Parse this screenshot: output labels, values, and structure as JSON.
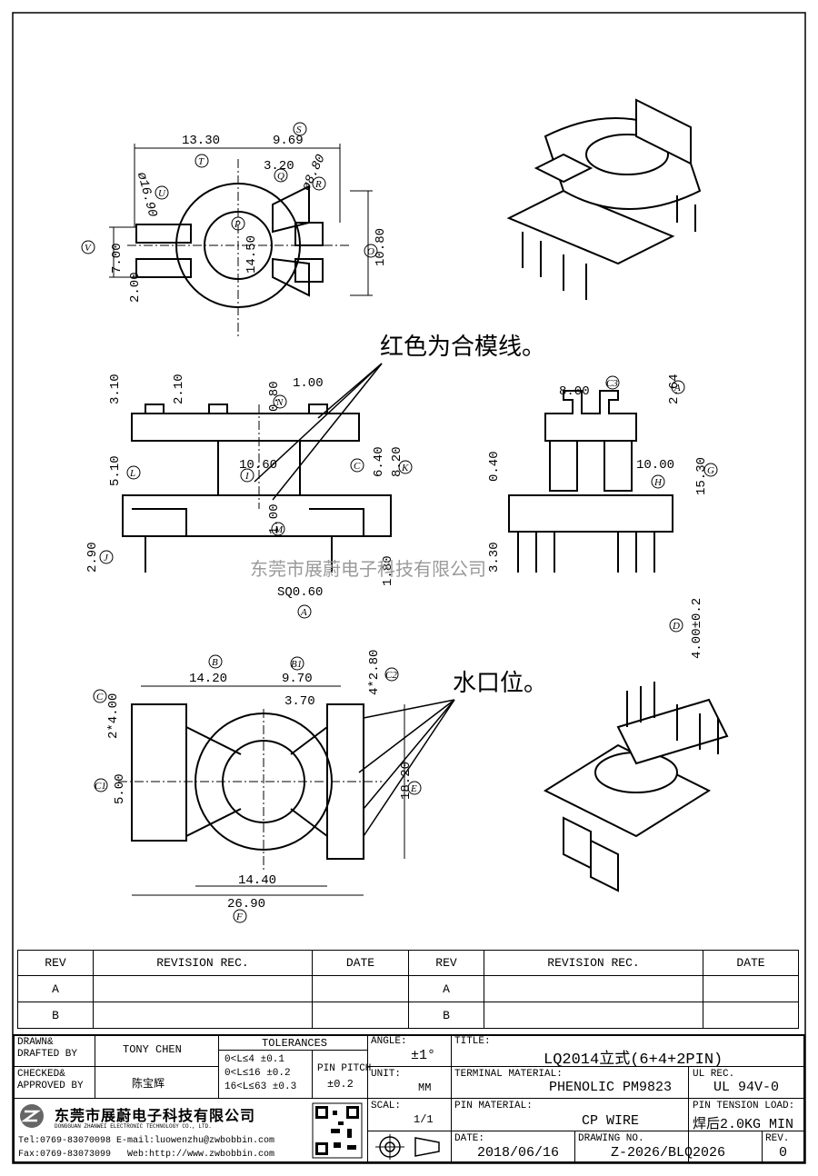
{
  "top_view": {
    "dims": [
      "13.30",
      "9.69",
      "3.20",
      "ø16.90",
      "ø8.80",
      "7.00",
      "2.00",
      "14.50",
      "10.80"
    ],
    "markers": [
      "S",
      "T",
      "Q",
      "R",
      "U",
      "P",
      "V",
      "O"
    ]
  },
  "notes": {
    "parting_line": "红色为合模线。",
    "gate_position": "水口位。"
  },
  "front_view": {
    "dims": [
      "3.10",
      "2.10",
      "1.00",
      "0.80",
      "10.60",
      "5.10",
      "6.40",
      "8.20",
      "1.00",
      "2.90",
      "1.80",
      "SQ0.60"
    ],
    "markers": [
      "N",
      "I",
      "L",
      "C",
      "K",
      "M",
      "J",
      "A"
    ]
  },
  "side_view": {
    "dims": [
      "8.00",
      "2.64",
      "0.40",
      "10.00",
      "15.30",
      "3.30",
      "4.00±0.2"
    ],
    "markers": [
      "C3",
      "A",
      "H",
      "G",
      "D"
    ]
  },
  "bottom_view": {
    "dims": [
      "14.20",
      "9.70",
      "4*2.80",
      "3.70",
      "2*4.00",
      "5.00",
      "18.20",
      "14.40",
      "26.90"
    ],
    "markers": [
      "B",
      "B1",
      "C2",
      "C",
      "C1",
      "E",
      "F"
    ]
  },
  "watermark": "东莞市展蔚电子科技有限公司",
  "revision_table": {
    "headers": [
      "REV",
      "REVISION REC.",
      "DATE",
      "REV",
      "REVISION REC.",
      "DATE"
    ],
    "rows": [
      [
        "A",
        "",
        "",
        "A",
        "",
        ""
      ],
      [
        "B",
        "",
        "",
        "B",
        "",
        ""
      ]
    ]
  },
  "title_block": {
    "drawn_label": "DRAWN&\nDRAFTED BY",
    "drawn_value": "TONY CHEN",
    "checked_label": "CHECKED&\nAPPROVED BY",
    "checked_value": "陈宝辉",
    "tolerances_label": "TOLERANCES",
    "tol_rows": [
      "0<L≤4   ±0.1",
      "0<L≤16  ±0.2",
      "16<L≤63 ±0.3"
    ],
    "pin_pitch_label": "PIN PITCH",
    "pin_pitch_value": "±0.2",
    "angle_label": "ANGLE:",
    "angle_value": "±1°",
    "unit_label": "UNIT:",
    "unit_value": "MM",
    "scale_label": "SCAL:",
    "scale_value": "1/1",
    "title_label": "TITLE:",
    "title_value": "LQ2014立式(6+4+2PIN)",
    "terminal_label": "TERMINAL MATERIAL:",
    "terminal_value": "PHENOLIC PM9823",
    "ul_label": "UL REC.",
    "ul_value": "UL 94V-0",
    "pin_material_label": "PIN MATERIAL:",
    "pin_material_value": "CP WIRE",
    "pin_tension_label": "PIN TENSION LOAD:",
    "pin_tension_value": "焊后2.0KG MIN",
    "date_label": "DATE:",
    "date_value": "2018/06/16",
    "drawing_label": "DRAWING NO.",
    "drawing_value": "Z-2026/BLQ2026",
    "rev_label": "REV.",
    "rev_value": "0",
    "company_cn": "东莞市展蔚电子科技有限公司",
    "company_en": "DONGGUAN ZHANWEI ELECTRONIC TECHNOLOGY CO., LTD.",
    "contact_1": "Tel:0769-83070098 E-mail:luowenzhu@zwbobbin.com",
    "contact_2": "Fax:0769-83073099   Web:http://www.zwbobbin.com"
  }
}
